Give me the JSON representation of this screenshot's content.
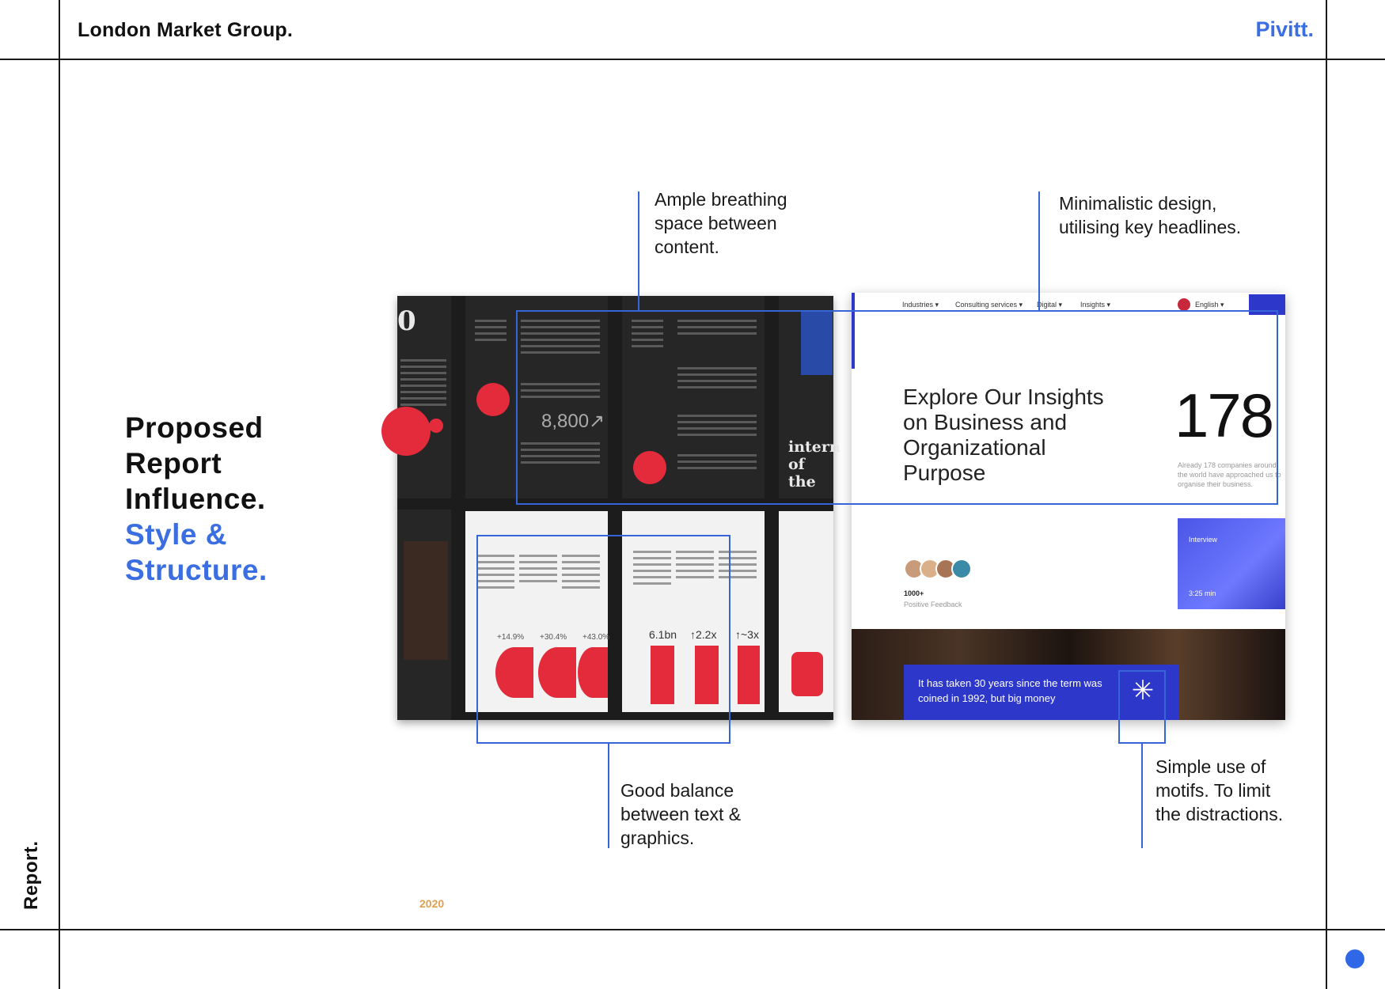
{
  "header": {
    "brand": "London Market Group.",
    "logo": "Pivitt."
  },
  "side_label": "Report.",
  "headline": {
    "line1": "Proposed",
    "line2": "Report",
    "line3": "Influence.",
    "line4": "Style &",
    "line5": "Structure."
  },
  "annotations": {
    "breathing": "Ample breathing space between content.",
    "minimal": "Minimalistic design, utilising key headlines.",
    "balance": "Good balance between text & graphics.",
    "motifs": "Simple use of motifs. To limit the distractions."
  },
  "mock_dark": {
    "stat": "8,800↗",
    "pcts": [
      "+14.9%",
      "+30.4%",
      "+43.0%"
    ],
    "figs": [
      "6.1bn",
      "↑2.2x",
      "↑~3x"
    ],
    "serif_text": "intern of the",
    "year": "2020"
  },
  "mock_web": {
    "nav": [
      "Industries ▾",
      "Consulting services ▾",
      "Digital ▾",
      "Insights ▾"
    ],
    "language": "English ▾",
    "hero_title_lines": [
      "Explore Our Insights",
      "on Business and",
      "Organizational",
      "Purpose"
    ],
    "big_number": "178",
    "big_number_caption": "Already 178 companies around the world have approached us to organise their business.",
    "feedback_count": "1000+",
    "feedback_label": "Positive Feedback",
    "interview_label": "Interview",
    "interview_time": "3:25 min",
    "quote": "It has taken 30 years since the term was coined in 1992, but big money",
    "motif_glyph": "✳"
  },
  "colors": {
    "accent": "#3b6ee0",
    "callout": "#3565d6",
    "rule": "#1a1a1a",
    "red": "#e32b3c"
  }
}
